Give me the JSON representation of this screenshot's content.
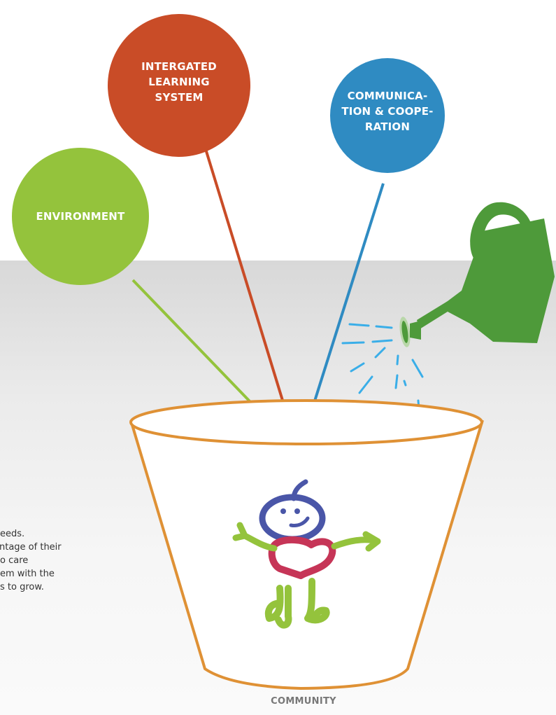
{
  "circles": {
    "integrated": {
      "label": "INTERGATED LEARNING SYSTEM",
      "lines": [
        "INTERGATED",
        "LEARNING",
        "SYSTEM"
      ],
      "color": "#c94c27"
    },
    "communication": {
      "label": "COMMUNICA- TION & COOPE- RATION",
      "lines": [
        "COMMUNICA-",
        "TION & COOPE-",
        "RATION"
      ],
      "color": "#2f8bc2"
    },
    "environment": {
      "label": "ENVIRONMENT",
      "lines": [
        "ENVIRONMENT"
      ],
      "color": "#94c33c"
    }
  },
  "pot": {
    "label": "COMMUNITY",
    "rim_color": "#df9135"
  },
  "watering_can": {
    "icon": "watering-can-icon",
    "color": "#4e9a3a",
    "water_color": "#3aaee8"
  },
  "character": {
    "icon": "child-figure-icon"
  },
  "side_text": {
    "lines": [
      "eeds.",
      "ntage of their",
      "o care",
      "em with the",
      "s to grow."
    ]
  }
}
